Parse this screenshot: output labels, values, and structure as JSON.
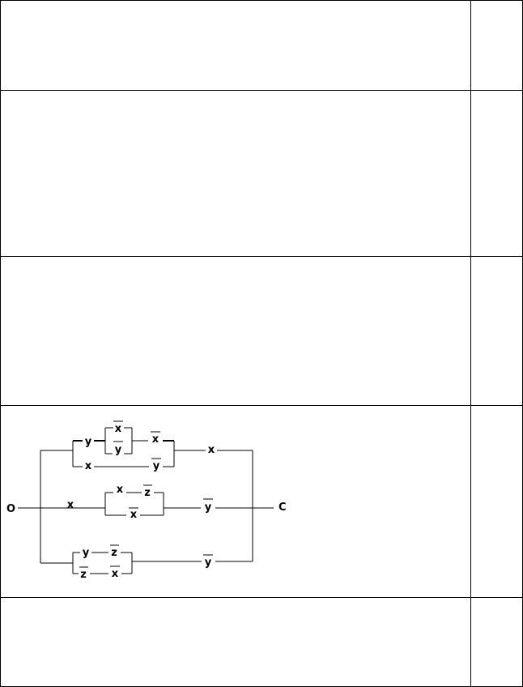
{
  "circuit": {
    "terminal_left": "O",
    "terminal_right": "C",
    "branch1": {
      "upper_y": "y",
      "box_x_bar": "x",
      "box_y_bar": "y",
      "after_box_x_bar": "x",
      "lower_x": "x",
      "lower_y_bar": "y",
      "series_x": "x"
    },
    "branch2": {
      "series_x": "x",
      "box_x": "x",
      "box_z_bar": "z",
      "box_x_bar": "x",
      "series_y_bar": "y"
    },
    "branch3": {
      "upper_y": "y",
      "upper_z_bar": "z",
      "lower_z_bar": "z",
      "lower_x_bar": "x",
      "series_y_bar": "y"
    }
  }
}
